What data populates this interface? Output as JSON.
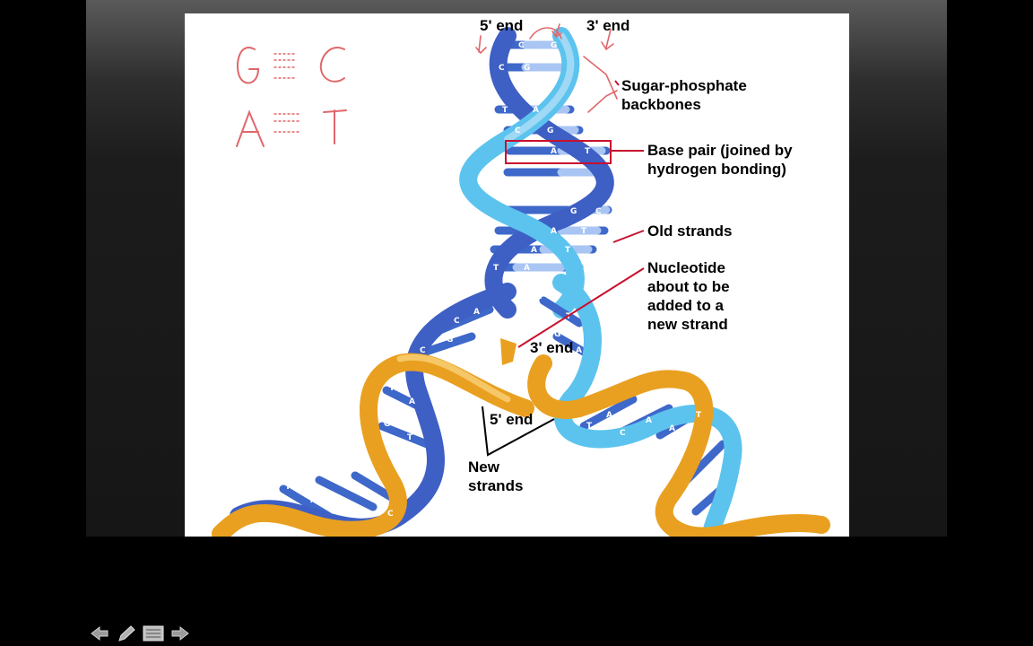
{
  "slide": {
    "handwritten": {
      "line1": "G⋯C",
      "line2": "A⋯T"
    },
    "labels": {
      "five_prime_top": "5' end",
      "three_prime_top": "3' end",
      "sugar_phosphate": "Sugar-phosphate\nbackbones",
      "base_pair": "Base pair (joined by\nhydrogen bonding)",
      "old_strands": "Old strands",
      "nucleotide": "Nucleotide\nabout to be\nadded to a\nnew strand",
      "three_prime_mid": "3' end",
      "five_prime_mid": "5' end",
      "new_strands": "New\nstrands"
    },
    "colors": {
      "blue_dark": "#3e5fc4",
      "blue_light": "#5cc3ee",
      "orange": "#e9a021",
      "annotation_red": "#c8102e",
      "handwriting": "#e0676b"
    }
  },
  "toolbar": {
    "icons": [
      "arrow-left-icon",
      "pen-icon",
      "menu-icon",
      "arrow-right-icon"
    ]
  }
}
